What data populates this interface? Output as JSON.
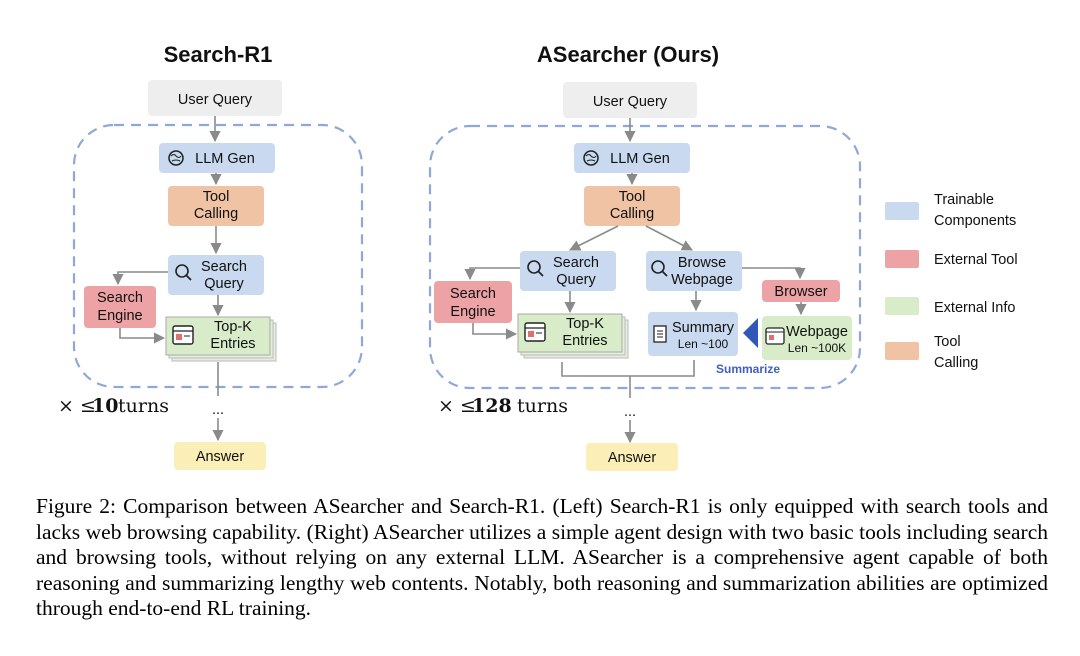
{
  "left": {
    "title": "Search-R1",
    "user_query": "User Query",
    "llm_gen": "LLM Gen",
    "tool_calling": [
      "Tool",
      "Calling"
    ],
    "search_query": [
      "Search",
      "Query"
    ],
    "search_engine": [
      "Search",
      "Engine"
    ],
    "topk": [
      "Top-K",
      "Entries"
    ],
    "turns_prefix": "× ≤",
    "turns_num": "10",
    "turns_suffix": "turns",
    "ellipsis": "...",
    "answer": "Answer"
  },
  "right": {
    "title": "ASearcher (Ours)",
    "user_query": "User Query",
    "llm_gen": "LLM Gen",
    "tool_calling": [
      "Tool",
      "Calling"
    ],
    "search_query": [
      "Search",
      "Query"
    ],
    "browse_webpage": [
      "Browse",
      "Webpage"
    ],
    "search_engine": [
      "Search",
      "Engine"
    ],
    "browser": "Browser",
    "topk": [
      "Top-K",
      "Entries"
    ],
    "summary": [
      "Summary",
      "Len ~100"
    ],
    "webpage": [
      "Webpage",
      "Len ~100K"
    ],
    "summarize": "Summarize",
    "turns_prefix": "× ≤",
    "turns_num": "128",
    "turns_suffix": "turns",
    "ellipsis": "...",
    "answer": "Answer"
  },
  "legend": {
    "trainable": [
      "Trainable",
      "Components"
    ],
    "external_tool": "External Tool",
    "external_info": "External Info",
    "tool_calling": [
      "Tool",
      "Calling"
    ]
  },
  "colors": {
    "trainable": "#c9d9ef",
    "external_tool": "#eda3a5",
    "external_info": "#d8ecc9",
    "tool_calling": "#f0c3a4",
    "query": "#eeeeee",
    "answer": "#fbeeb7",
    "dashed": "#8ea8d8"
  },
  "caption": "Figure 2: Comparison between ASearcher and Search-R1. (Left) Search-R1 is only equipped with search tools and lacks web browsing capability. (Right) ASearcher utilizes a simple agent design with two basic tools including search and browsing tools, without relying on any external LLM. ASearcher is a comprehensive agent capable of both reasoning and summarizing lengthy web contents. Notably, both reasoning and summarization abilities are optimized through end-to-end RL training."
}
